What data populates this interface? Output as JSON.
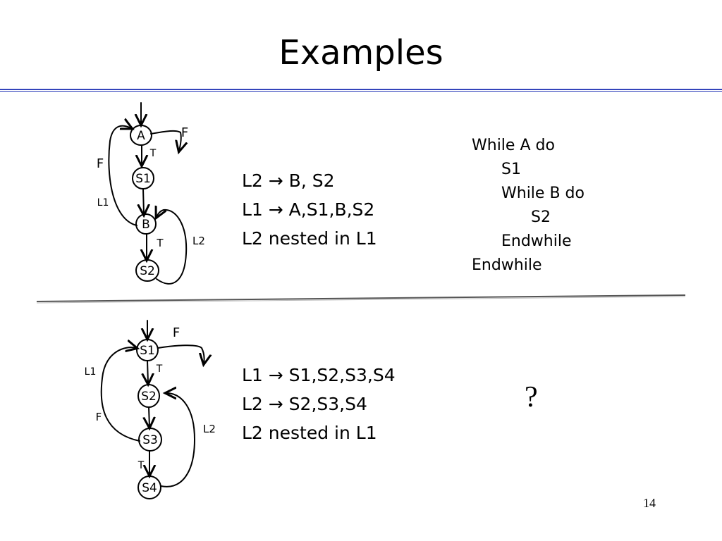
{
  "slide": {
    "title": "Examples",
    "page_number": "14"
  },
  "example1": {
    "graph": {
      "nodes": [
        "A",
        "S1",
        "B",
        "S2"
      ],
      "edge_labels": [
        "F",
        "T",
        "F",
        "L1",
        "T",
        "L2"
      ]
    },
    "loops": [
      "L2 → B, S2",
      "L1 → A,S1,B,S2",
      "L2 nested in L1"
    ],
    "code": [
      "While A do",
      "S1",
      "While B do",
      "S2",
      "Endwhile",
      "Endwhile"
    ]
  },
  "example2": {
    "graph": {
      "nodes": [
        "S1",
        "S2",
        "S3",
        "S4"
      ],
      "edge_labels": [
        "F",
        "L1",
        "T",
        "F",
        "L2",
        "T"
      ]
    },
    "loops": [
      "L1 → S1,S2,S3,S4",
      "L2 → S2,S3,S4",
      "L2 nested in L1"
    ],
    "answer": "?"
  }
}
